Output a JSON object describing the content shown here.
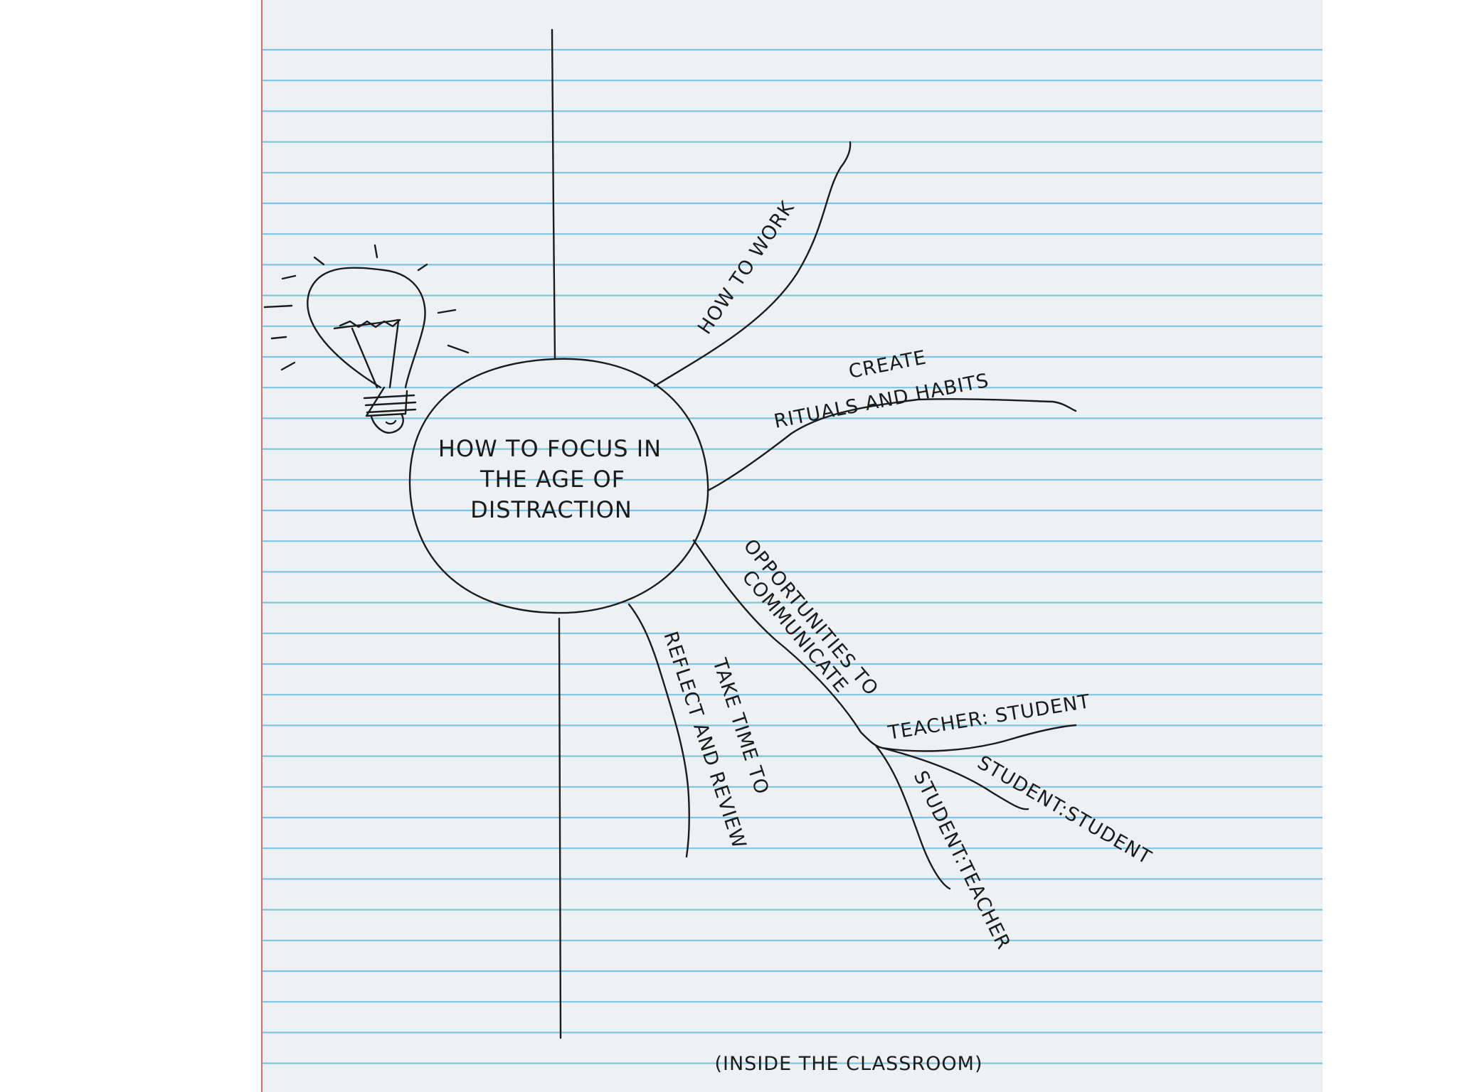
{
  "diagram": {
    "center": {
      "lines": [
        "HOW TO FOCUS IN",
        "THE AGE OF",
        "DISTRACTION"
      ]
    },
    "branches": {
      "how_to_work": "HOW TO WORK",
      "create_rituals": [
        "CREATE",
        "RITUALS AND HABITS"
      ],
      "opportunities": [
        "OPPORTUNITIES TO",
        "COMMUNICATE"
      ],
      "take_time": [
        "TAKE TIME TO",
        "REFLECT AND REVIEW"
      ],
      "teacher_student": "TEACHER: STUDENT",
      "student_student": "STUDENT:STUDENT",
      "student_teacher": "STUDENT:TEACHER"
    },
    "footer": "(INSIDE THE CLASSROOM)"
  },
  "colors": {
    "paper": "#eef1f3",
    "rule_line": "#7fc4e0",
    "margin_line": "#e46a6a",
    "ink": "#1b1b1b"
  }
}
